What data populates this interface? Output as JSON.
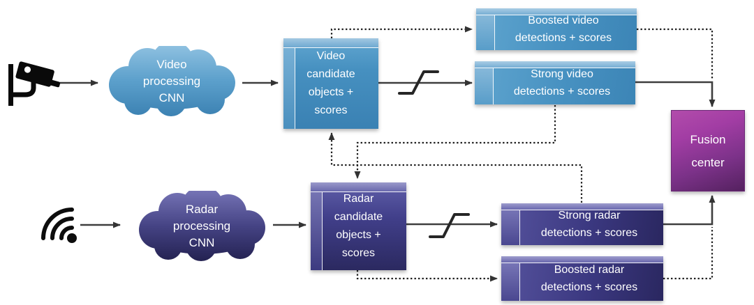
{
  "diagram": {
    "video_branch": {
      "camera_icon": "cctv-camera",
      "cnn_cloud_label": "Video\nprocessing\nCNN",
      "candidates_label": "Video\ncandidate\nobjects +\nscores",
      "boosted_label": "Boosted video\ndetections + scores",
      "strong_label": "Strong video\ndetections + scores",
      "threshold_icon": "step-threshold"
    },
    "radar_branch": {
      "radar_icon": "radar-signal",
      "cnn_cloud_label": "Radar\nprocessing\nCNN",
      "candidates_label": "Radar\ncandidate\nobjects +\nscores",
      "strong_label": "Strong radar\ndetections + scores",
      "boosted_label": "Boosted radar\ndetections + scores",
      "threshold_icon": "step-threshold"
    },
    "fusion_label": "Fusion\ncenter",
    "colors": {
      "video_blue": "#4690c0",
      "video_blue_light": "#7db4d8",
      "radar_navy": "#34316e",
      "radar_navy_light": "#7c7bb9",
      "fusion_magenta": "#9c3f9d",
      "arrow_solid": "#3e3e3e",
      "arrow_dotted": "#1e1e1e",
      "background": "#ffffff"
    },
    "edges": [
      {
        "from": "camera",
        "to": "video-processing-cnn",
        "style": "solid"
      },
      {
        "from": "video-processing-cnn",
        "to": "video-candidate-objects",
        "style": "solid"
      },
      {
        "from": "video-candidate-objects",
        "to": "strong-video-detections",
        "style": "solid",
        "via": "threshold"
      },
      {
        "from": "video-candidate-objects",
        "to": "boosted-video-detections",
        "style": "dotted"
      },
      {
        "from": "strong-video-detections",
        "to": "fusion-center",
        "style": "solid"
      },
      {
        "from": "boosted-video-detections",
        "to": "fusion-center",
        "style": "dotted"
      },
      {
        "from": "strong-video-detections",
        "to": "radar-candidate-objects",
        "style": "dotted"
      },
      {
        "from": "radar-signal",
        "to": "radar-processing-cnn",
        "style": "solid"
      },
      {
        "from": "radar-processing-cnn",
        "to": "radar-candidate-objects",
        "style": "solid"
      },
      {
        "from": "radar-candidate-objects",
        "to": "strong-radar-detections",
        "style": "solid",
        "via": "threshold"
      },
      {
        "from": "radar-candidate-objects",
        "to": "boosted-radar-detections",
        "style": "dotted"
      },
      {
        "from": "strong-radar-detections",
        "to": "fusion-center",
        "style": "solid"
      },
      {
        "from": "boosted-radar-detections",
        "to": "fusion-center",
        "style": "dotted"
      },
      {
        "from": "strong-radar-detections",
        "to": "video-candidate-objects",
        "style": "dotted"
      }
    ]
  }
}
